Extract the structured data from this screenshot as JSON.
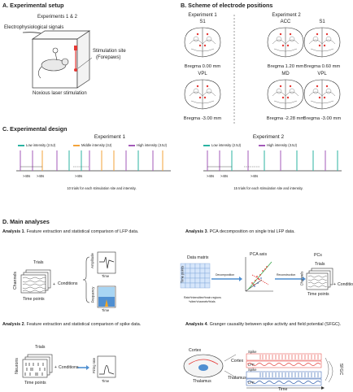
{
  "sectionA": {
    "title": "A. Experimental setup",
    "experiments": "Experiments 1 & 2",
    "signals": "Electrophysiological signals",
    "stim_site": "Stimulation site",
    "stim_site_sub": "(Forepaws)",
    "laser": "Noxious laser stimulation"
  },
  "sectionB": {
    "title": "B. Scheme of electrode positions",
    "exp1": "Experiment 1",
    "exp2": "Experiment 2",
    "slices": [
      {
        "region": "S1",
        "bregma": "Bregma 0.00 mm"
      },
      {
        "region": "ACC",
        "bregma": "Bregma 1.20 mm"
      },
      {
        "region": "S1",
        "bregma": "Bregma 0.60 mm"
      },
      {
        "region": "VPL",
        "bregma": "Bregma -3.00 mm"
      },
      {
        "region": "MD",
        "bregma": "Bregma -2.28 mm"
      },
      {
        "region": "VPL",
        "bregma": "Bregma -3.00 mm"
      }
    ]
  },
  "sectionC": {
    "title": "C. Experimental design",
    "exp1": "Experiment 1",
    "exp2": "Experiment 2",
    "legend_exp1": [
      {
        "label": "Low intensity (2.5J)",
        "color": "#2bb3a2"
      },
      {
        "label": "Middle intensity (3J)",
        "color": "#f3a33a"
      },
      {
        "label": "High intensity (3.5J)",
        "color": "#a35ab8"
      }
    ],
    "legend_exp2": [
      {
        "label": "Low intensity (2.5J)",
        "color": "#2bb3a2"
      },
      {
        "label": "High intensity (3.5J)",
        "color": "#a35ab8"
      }
    ],
    "interval": ">40s",
    "caption1": "10 trials for each stimulation site and intensity.",
    "caption2": "15 trials for each stimulation site and intensity."
  },
  "sectionD": {
    "title": "D. Main analyses",
    "analysis1_bold": "Analysis 1",
    "analysis1_text": ". Feature extraction and statistical comparison of LFP data.",
    "analysis2_bold": "Analysis 2",
    "analysis2_text": ". Feature extraction and statistical comparison of spike data.",
    "analysis3_bold": "Analysis 3",
    "analysis3_text": ". PCA decomposition on single trial LFP data.",
    "analysis4_bold": "Analysis 4",
    "analysis4_text": ". Granger causality  between spike activity and field potential (SFGC).",
    "trials": "Trials",
    "channels": "Channels",
    "time_points": "Time points",
    "conditions": "Conditions",
    "amplitude": "Amplitude",
    "frequency": "Frequency",
    "time": "Time",
    "neurons": "Neurons",
    "firing_rate": "Firing rate",
    "data_matrix": "Data matrix",
    "pca_axis": "PCA axis",
    "pcs": "PCs",
    "decomposition": "Decomposition",
    "reconstruction": "Reconstruction",
    "rats_note": "Rats*Intensities*brain regions",
    "rats_note2": "*sites*channels*trials",
    "cortex": "Cortex",
    "thalamus": "Thalamus",
    "spike": "Spike",
    "lfp": "LFP",
    "sfgc": "SFGC",
    "time_bottom": "Time"
  }
}
